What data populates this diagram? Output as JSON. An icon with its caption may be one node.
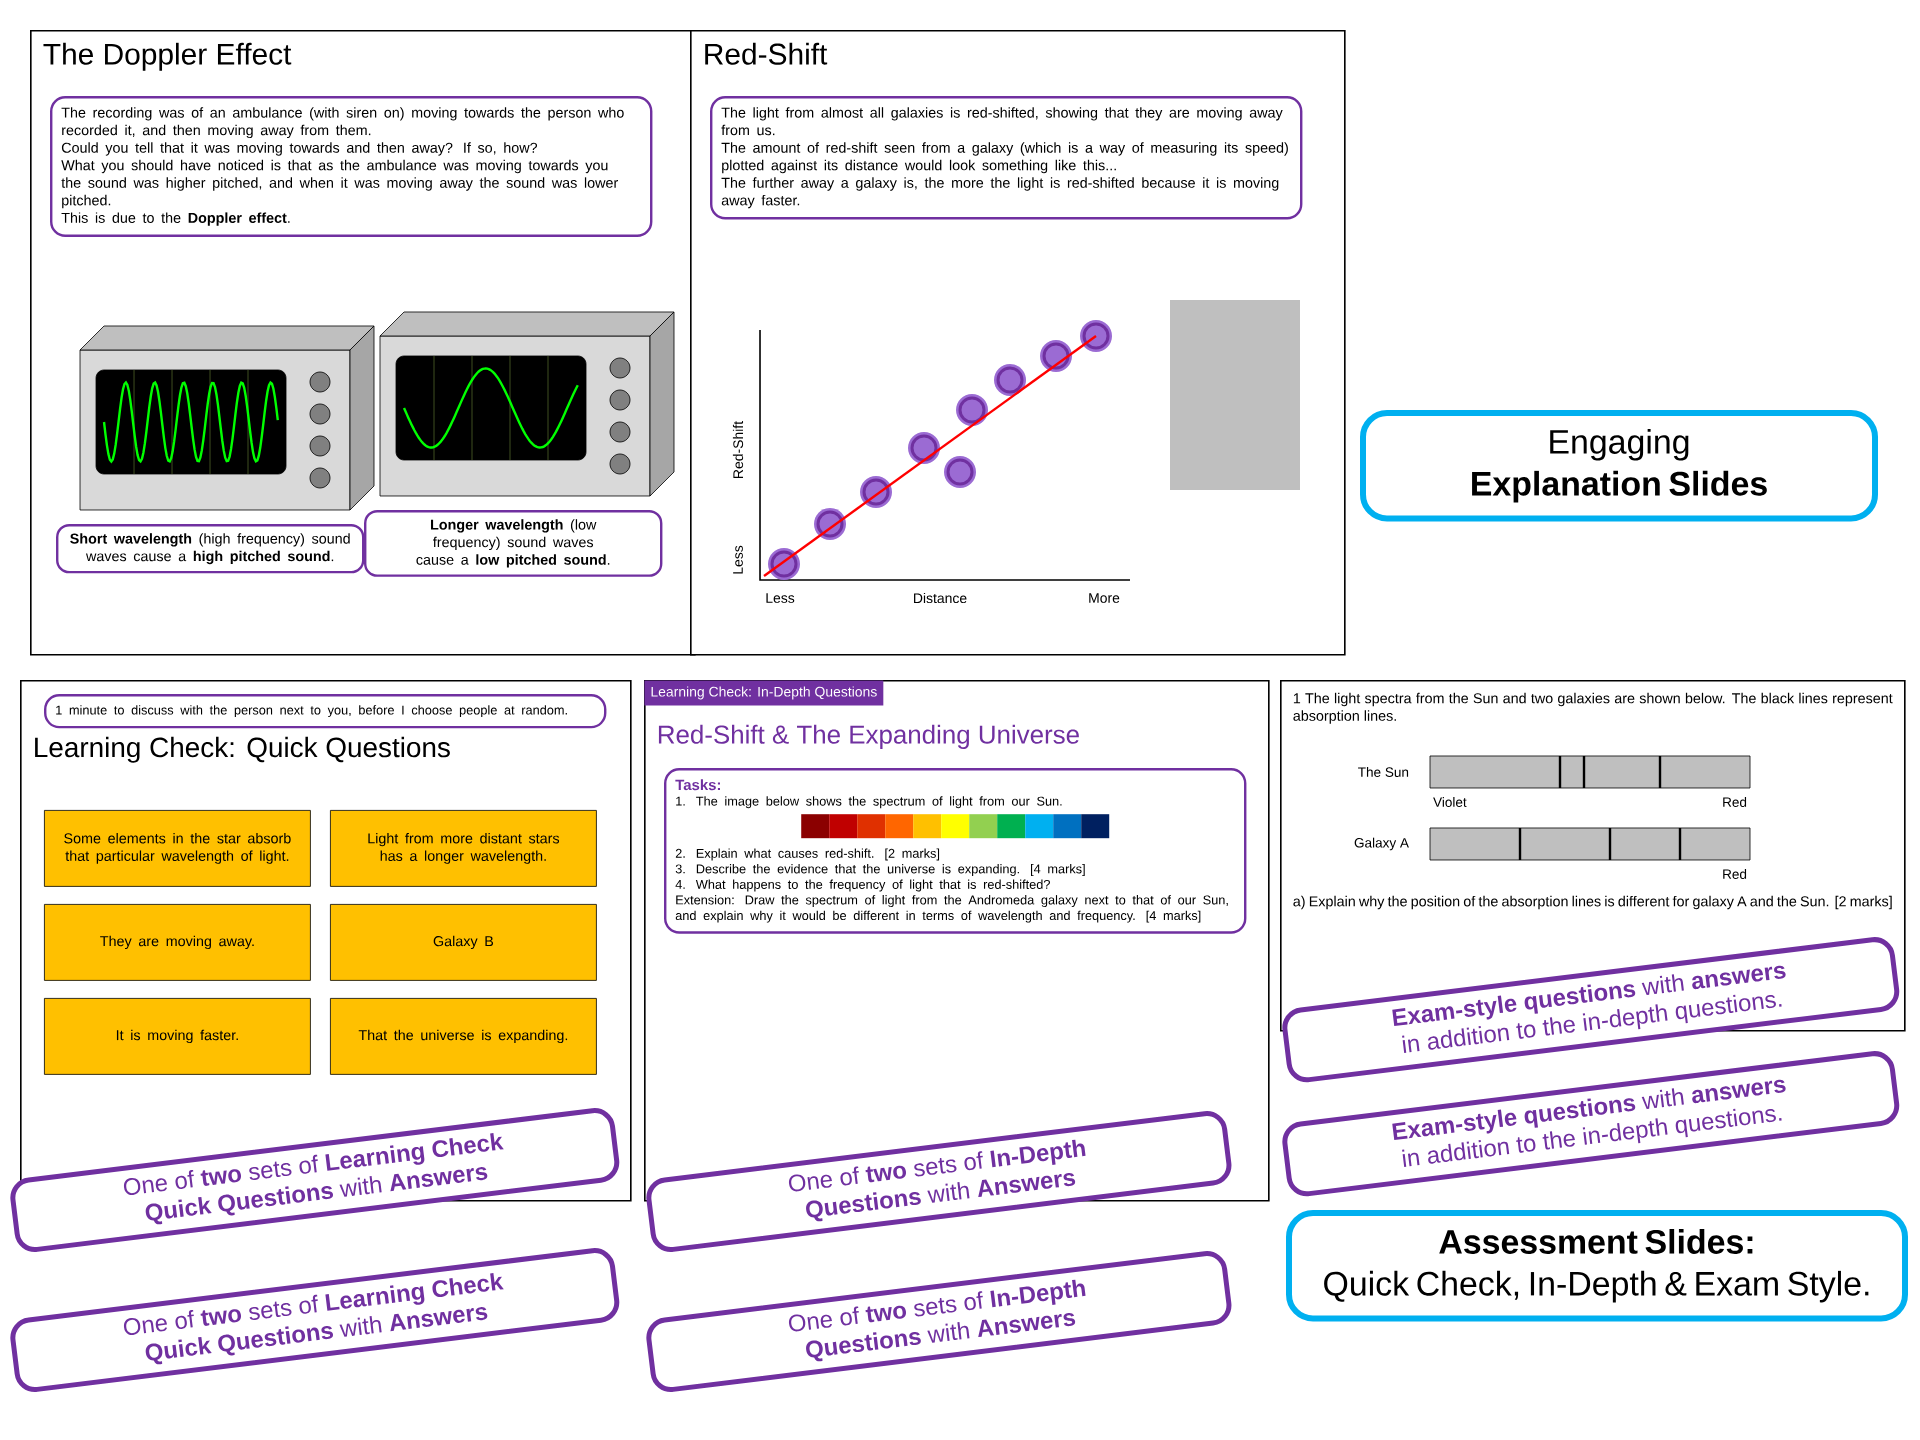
{
  "diagram": {
    "nodes": [
      {
        "text": [
          "The Doppler Effect"
        ]
      },
      {
        "text": [
          "The recording was of an ambulance (with siren on) moving towards the person who recorded it, and then moving away from them.",
          "Could you tell that it was moving towards and then away? If so, how?",
          "What you should have noticed is that as the ambulance was moving towards you the sound was higher pitched, and when it was moving away the sound was lower pitched.",
          "This is due to the **Doppler effect**."
        ],
        "in": 0
      },
      {
        "text": [
          "**Short wavelength** (high frequency) sound waves cause a **high pitched sound**."
        ],
        "in": 0
      },
      {
        "text": [
          "**Longer wavelength** (low frequency) sound waves cause a **low pitched sound**."
        ],
        "in": 0
      },
      {
        "text": [
          "Red-Shift"
        ]
      },
      {
        "text": [
          "The light from almost all galaxies is red-shifted, showing that they are moving away from us.",
          "The amount of red-shift seen from a galaxy (which is a way of measuring its speed) plotted against its distance would look something like this...",
          "The further away a galaxy is, the more the light is red-shifted because it is moving away faster."
        ],
        "in": 4
      },
      {
        "text": [
          "Learning Check: Quick Questions"
        ]
      },
      {
        "text": [
          "1 minute to discuss with the person next to you, before I choose people at random."
        ],
        "in": 6
      },
      {
        "text": [
          "Some elements in the star absorb that particular wavelength of light."
        ],
        "in": 6
      },
      {
        "text": [
          "Light from more distant stars has a longer wavelength."
        ],
        "in": 6
      },
      {
        "text": [
          "They are moving away."
        ],
        "in": 6
      },
      {
        "text": [
          "Galaxy B"
        ],
        "in": 6
      },
      {
        "text": [
          "It is moving faster."
        ],
        "in": 6
      },
      {
        "text": [
          "That the universe is expanding."
        ],
        "in": 6
      },
      {
        "text": [
          "Red-Shift & The Expanding Universe"
        ]
      },
      {
        "text": [
          "Learning Check: In-Depth Questions"
        ],
        "in": 14
      },
      {
        "text": [
          "Tasks:",
          "1. The image below shows the spectrum of light from our Sun.",
          "2. Explain what causes red-shift. [2 marks]",
          "3. Describe the evidence that the universe is expanding. [4 marks]",
          "4. What happens to the frequency of light that is red-shifted?",
          "Extension: Draw the spectrum of light from the Andromeda galaxy next to that of our Sun, and explain why it would be different in terms of wavelength and frequency. [4 marks]"
        ],
        "in": 14
      },
      {
        "text": [
          "1 The light spectra from the Sun and two galaxies are shown below. The black lines represent absorption lines.",
          "a) Explain why the position of the absorption lines is different for galaxy A and the Sun. [2 marks]"
        ]
      },
      {
        "text": [
          "One of **two** sets of **Learning Check Quick Questions** with **Answers**"
        ]
      },
      {
        "text": [
          "One of **two** sets of **Learning Check Quick Questions** with **Answers**"
        ]
      },
      {
        "text": [
          "One of **two** sets of **In-Depth Questions** with **Answers**"
        ]
      },
      {
        "text": [
          "One of **two** sets of **In-Depth Questions** with **Answers**"
        ]
      },
      {
        "text": [
          "**Exam-style questions** with **answers** in addition to the in-depth questions."
        ]
      },
      {
        "text": [
          "**Exam-style questions** with **answers** in addition to the in-depth questions."
        ]
      },
      {
        "text": [
          "Engaging",
          "Explanation Slides"
        ]
      },
      {
        "text": [
          "Assessment Slides:",
          "Quick Check, In-Depth & Exam Style."
        ]
      }
    ],
    "labels": [
      "Red-Shift",
      "Less",
      "Less",
      "Distance",
      "More",
      "The Sun",
      "Violet",
      "Red",
      "Galaxy A",
      "Red"
    ]
  }
}
